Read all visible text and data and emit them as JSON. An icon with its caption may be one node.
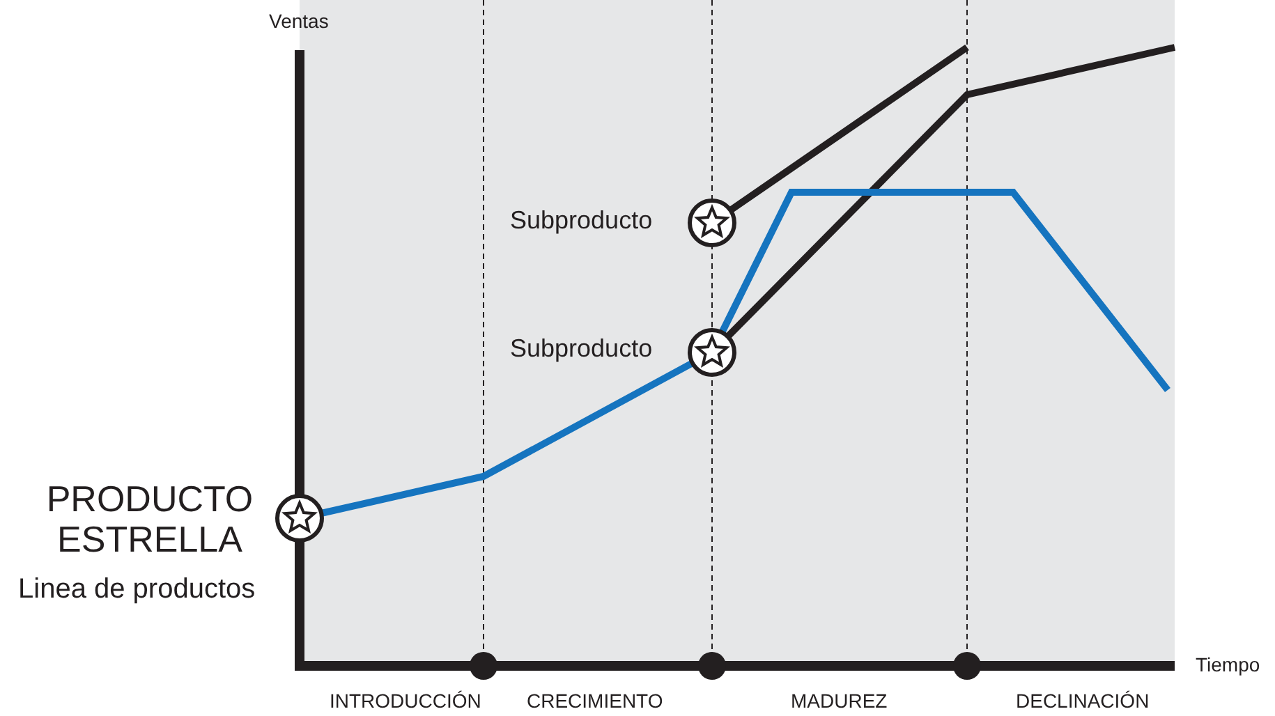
{
  "diagram": {
    "labels": [
      "Ventas",
      "Subproducto",
      "Subproducto",
      "PRODUCTO ESTRELLA",
      "Linea de productos",
      "Tiempo",
      "INTRODUCCIÓN",
      "CRECIMIENTO",
      "MADUREZ",
      "DECLINACIÓN"
    ]
  }
}
